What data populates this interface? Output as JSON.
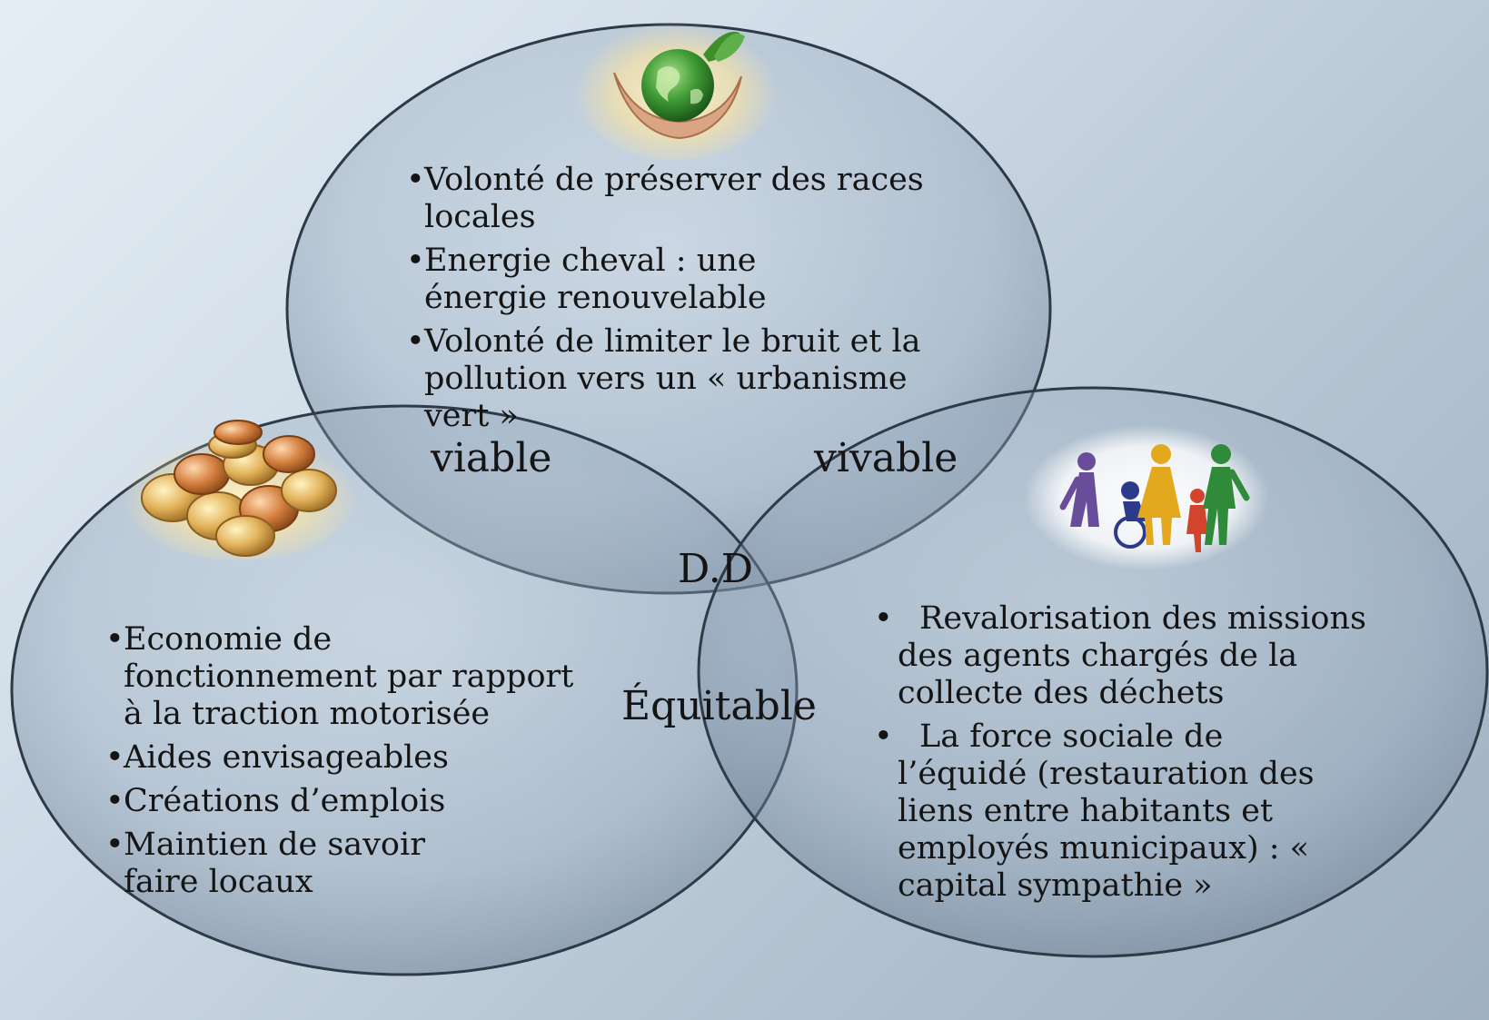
{
  "circles": {
    "environment": {
      "bullets": [
        "Volonté de préserver des races locales",
        "Energie cheval : une énergie renouvelable",
        "Volonté de limiter le bruit et la pollution vers un « urbanisme vert »"
      ],
      "icon": "globe-in-hands-icon"
    },
    "economy": {
      "bullets": [
        "Economie de fonctionnement par rapport à la traction motorisée",
        "Aides envisageables",
        "Créations d’emplois",
        "Maintien de savoir faire locaux"
      ],
      "icon": "coins-icon"
    },
    "social": {
      "bullets": [
        "Revalorisation des missions des agents chargés de la collecte des déchets",
        "La force sociale de l’équidé (restauration des liens entre habitants et employés municipaux) : « capital sympathie »"
      ],
      "icon": "family-people-icon"
    }
  },
  "overlaps": {
    "env_economy": "viable",
    "env_social": "vivable",
    "economy_social": "Équitable",
    "center": "D.D"
  },
  "colors": {
    "circle_fill": "#8fa3b8",
    "circle_stroke": "#2f3a48"
  }
}
